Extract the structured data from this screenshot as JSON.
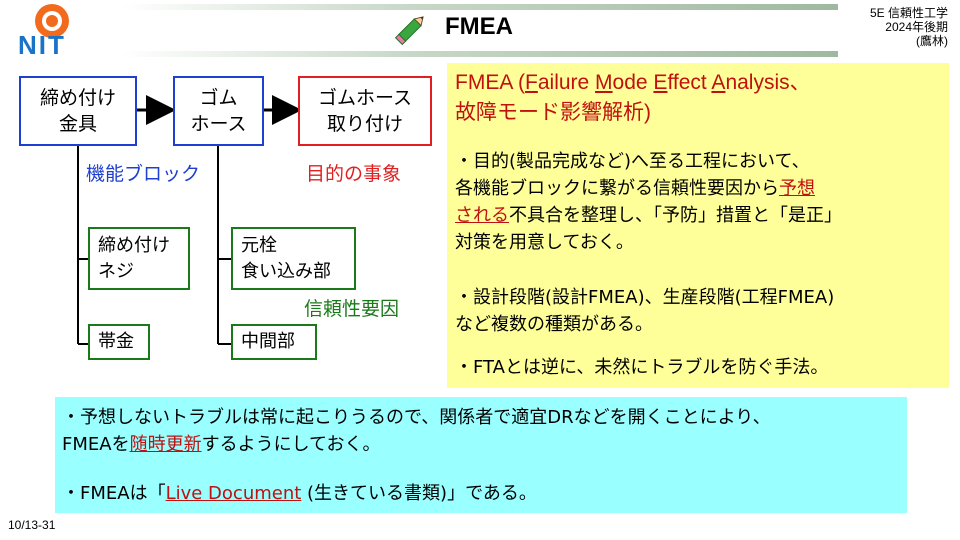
{
  "header": {
    "title": "FMEA",
    "course": [
      "5E 信頼性工学",
      "2024年後期",
      "(鷹林)"
    ],
    "logo_text": "NIT"
  },
  "diagram": {
    "box1": [
      "締め付け",
      "金具"
    ],
    "box2": [
      "ゴム",
      "ホース"
    ],
    "box3": [
      "ゴムホース",
      "取り付け"
    ],
    "label_function_block": "機能ブロック",
    "label_purpose": "目的の事象",
    "label_reliability": "信頼性要因",
    "sub1": [
      "締め付け",
      "ネジ"
    ],
    "sub2": [
      "帯金"
    ],
    "sub3": [
      "元栓",
      "食い込み部"
    ],
    "sub4": [
      "中間部"
    ]
  },
  "yellow_panel": {
    "heading_line1_pre": "FMEA (",
    "heading_F": "F",
    "heading_ailure": "ailure ",
    "heading_M": "M",
    "heading_ode": "ode ",
    "heading_E": "E",
    "heading_ffect": "ffect ",
    "heading_A": "A",
    "heading_nalysis": "nalysis、",
    "heading_line2": "故障モード影響解析)",
    "p1_line1": "・目的(製品完成など)へ至る工程において、",
    "p1_line2_pre": "各機能ブロックに繋がる信頼性要因から",
    "p1_line2_ul": "予想",
    "p1_line3_ul": "される",
    "p1_line3_post": "不具合を整理し、「予防」措置と「是正」",
    "p1_line4": "対策を用意しておく。",
    "p2_line1": "・設計段階(設計FMEA)、生産段階(工程FMEA)",
    "p2_line2": "など複数の種類がある。",
    "p3": "・FTAとは逆に、未然にトラブルを防ぐ手法。"
  },
  "cyan_panel": {
    "line1": "・予想しないトラブルは常に起こりうるので、関係者で適宜DRなどを開くことにより、",
    "line2_pre": "FMEAを",
    "line2_ul": "随時更新",
    "line2_post": "するようにしておく。",
    "line3_pre": "・FMEAは「",
    "line3_ul": "Live Document",
    "line3_post": " (生きている書類)」である。"
  },
  "footer": {
    "slide_number": "10/13-31"
  },
  "colors": {
    "blue": "#1f3fd0",
    "red": "#e02020",
    "green": "#1a7a1a",
    "yellow": "#ffff99",
    "cyan": "#99ffff"
  },
  "icons": [
    "pencil-icon",
    "nit-logo"
  ]
}
